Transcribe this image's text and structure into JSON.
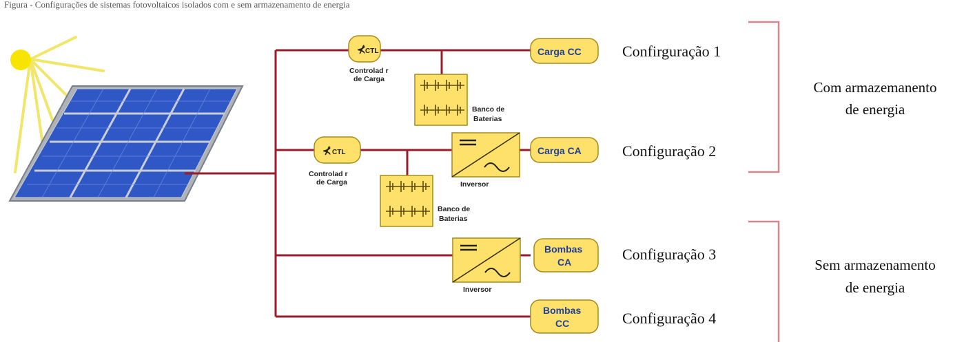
{
  "caption": "Figura - Configurações de sistemas fotovoltaicos isolados com e sem armazenamento de energia",
  "controller": {
    "tag": "CTL",
    "name_line1": "Controlad r",
    "name_line2": "de Carga"
  },
  "battery": {
    "name_line1": "Banco de",
    "name_line2": "Baterias"
  },
  "inverter": {
    "name": "Inversor"
  },
  "loads": {
    "cc": "Carga CC",
    "ca": "Carga CA",
    "pumps_ca_1": "Bombas",
    "pumps_ca_2": "CA",
    "pumps_cc_1": "Bombas",
    "pumps_cc_2": "CC"
  },
  "configs": [
    "Confirguração 1",
    "Configuração 2",
    "Configuração 3",
    "Configuração 4"
  ],
  "groups": {
    "with_storage": [
      "Com armazemanento",
      "de energia"
    ],
    "without_storage": [
      "Sem armazenamento",
      "de energia"
    ]
  },
  "colors": {
    "wire": "#9b1b2a",
    "bracket": "#d2868e",
    "component": "#fde16b",
    "load_text": "#1f3f9a",
    "sun": "#f7e500"
  }
}
